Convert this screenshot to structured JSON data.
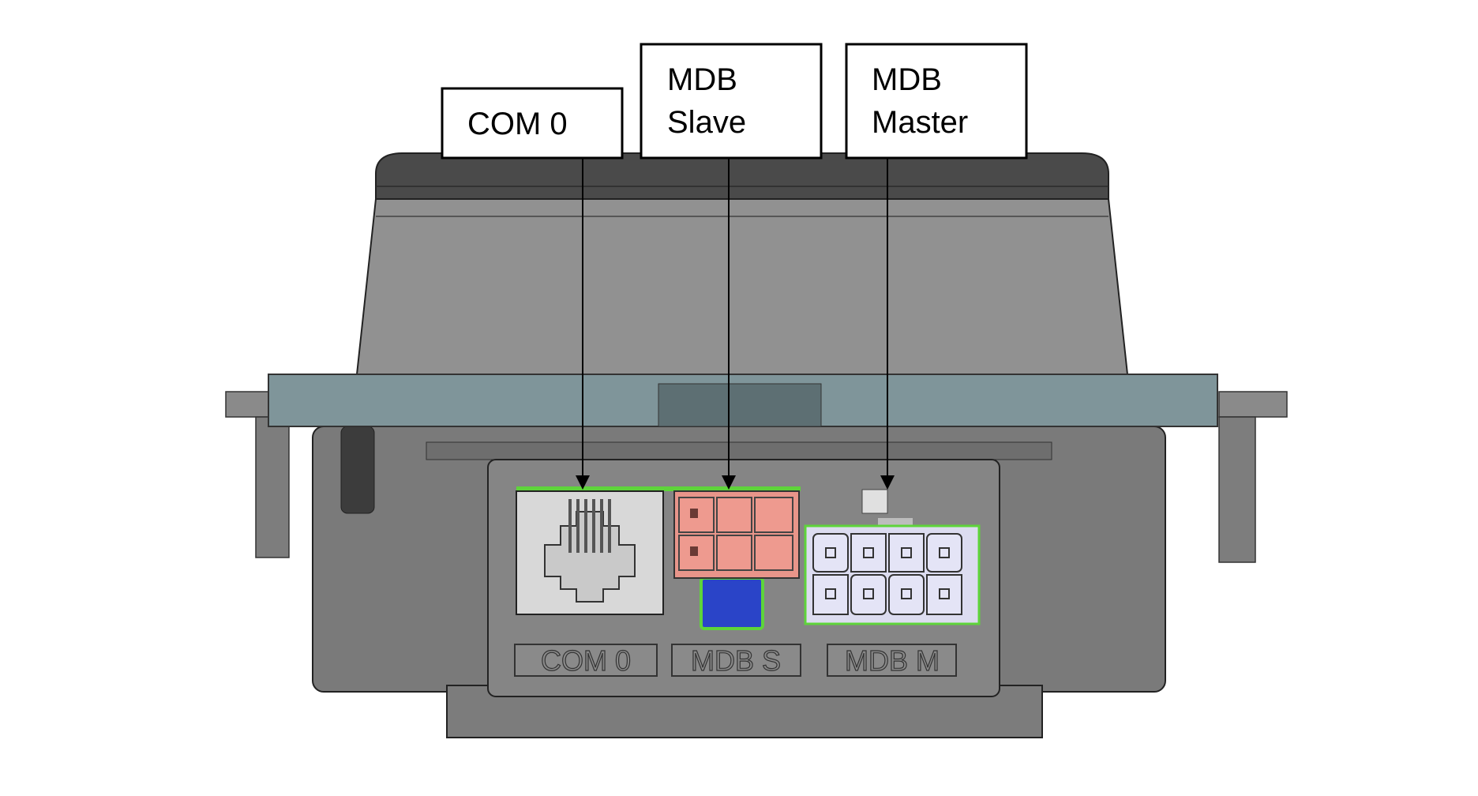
{
  "callouts": {
    "com0": {
      "line1": "COM 0"
    },
    "mdb_slave": {
      "line1": "MDB",
      "line2": "Slave"
    },
    "mdb_master": {
      "line1": "MDB",
      "line2": "Master"
    }
  },
  "embossed_labels": {
    "com0": "COM 0",
    "mdb_s": "MDB S",
    "mdb_m": "MDB M"
  },
  "colors": {
    "housing": "#8f8f8f",
    "cap": "#4a4a4a",
    "flange": "#7f959a",
    "rj_jack": "#d8d8d8",
    "mdb_slave_connector": "#e8958a",
    "mdb_master_connector": "#dcdcf0",
    "pcb_green": "#5ed43a"
  }
}
